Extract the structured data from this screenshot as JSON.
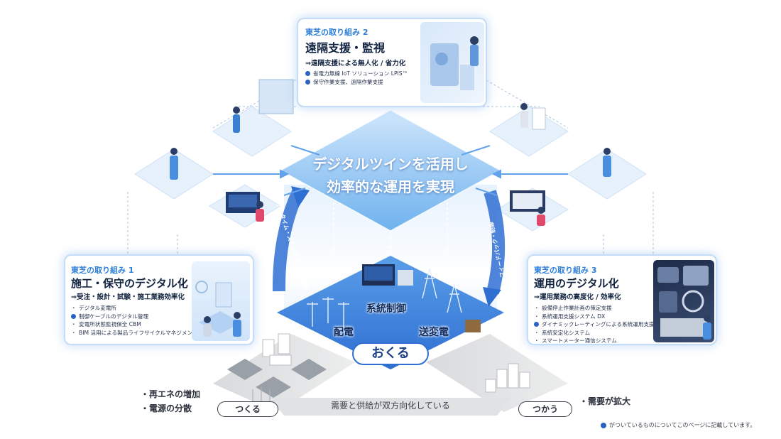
{
  "center": {
    "line1": "デジタルツインを活用し",
    "line2": "効率的な運用を実現"
  },
  "arrows": {
    "left": "リアルタイム・ストックデータの活用",
    "right": "フィードバック・制御"
  },
  "cards": [
    {
      "kicker": "東芝の取り組み 2",
      "title": "遠隔支援・監視",
      "subtitle": "⇒遠隔支援による無人化 / 省力化",
      "items": [
        {
          "text": "省電力無線 IoT ソリューション LPIS™",
          "dot": true
        },
        {
          "text": "保守作業支援、遠隔作業支援",
          "dot": true
        }
      ]
    },
    {
      "kicker": "東芝の取り組み 1",
      "title": "施工・保守のデジタル化",
      "subtitle": "⇒受注・設計・試験・施工業務効率化",
      "items": [
        {
          "text": "デジタル変電所",
          "dot": false
        },
        {
          "text": "制御ケーブルのデジタル管理",
          "dot": true
        },
        {
          "text": "変電所状態監視保全 CBM",
          "dot": false
        },
        {
          "text": "BIM 活用による製品ライフサイクルマネジメント",
          "dot": false
        }
      ]
    },
    {
      "kicker": "東芝の取り組み 3",
      "title": "運用のデジタル化",
      "subtitle": "⇒運用業務の高度化 / 効率化",
      "items": [
        {
          "text": "設備停止作業計画の策定支援",
          "dot": false
        },
        {
          "text": "系統運用支援システム DX",
          "dot": false
        },
        {
          "text": "ダイナミックレーティングによる系統運用支援",
          "dot": true
        },
        {
          "text": "系統安定化システム",
          "dot": false
        },
        {
          "text": "スマートメーター通信システム",
          "dot": false
        }
      ]
    }
  ],
  "platform": {
    "label_grid": "系統制御",
    "label_dist": "配電",
    "label_trans": "送変電",
    "pill": "おくる"
  },
  "bottom": {
    "left_pill": "つくる",
    "right_pill": "つかう",
    "left_bullets": [
      "・再エネの増加",
      "・電源の分散"
    ],
    "right_bullet": "・需要が拡大",
    "band": "需要と供給が双方向化している"
  },
  "footnote": {
    "text": "がついているものについてこのページに記載しています。"
  },
  "colors": {
    "accent": "#2d7fd8",
    "dark_blue": "#1c3f86",
    "diamond": "#6fb2ee",
    "dot": "#2a63c4"
  }
}
